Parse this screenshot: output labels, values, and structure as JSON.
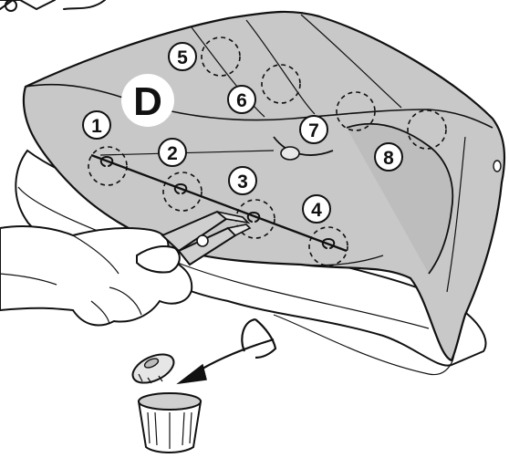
{
  "step_label": "D",
  "callouts": [
    "1",
    "2",
    "3",
    "4",
    "5",
    "6",
    "7",
    "8"
  ]
}
